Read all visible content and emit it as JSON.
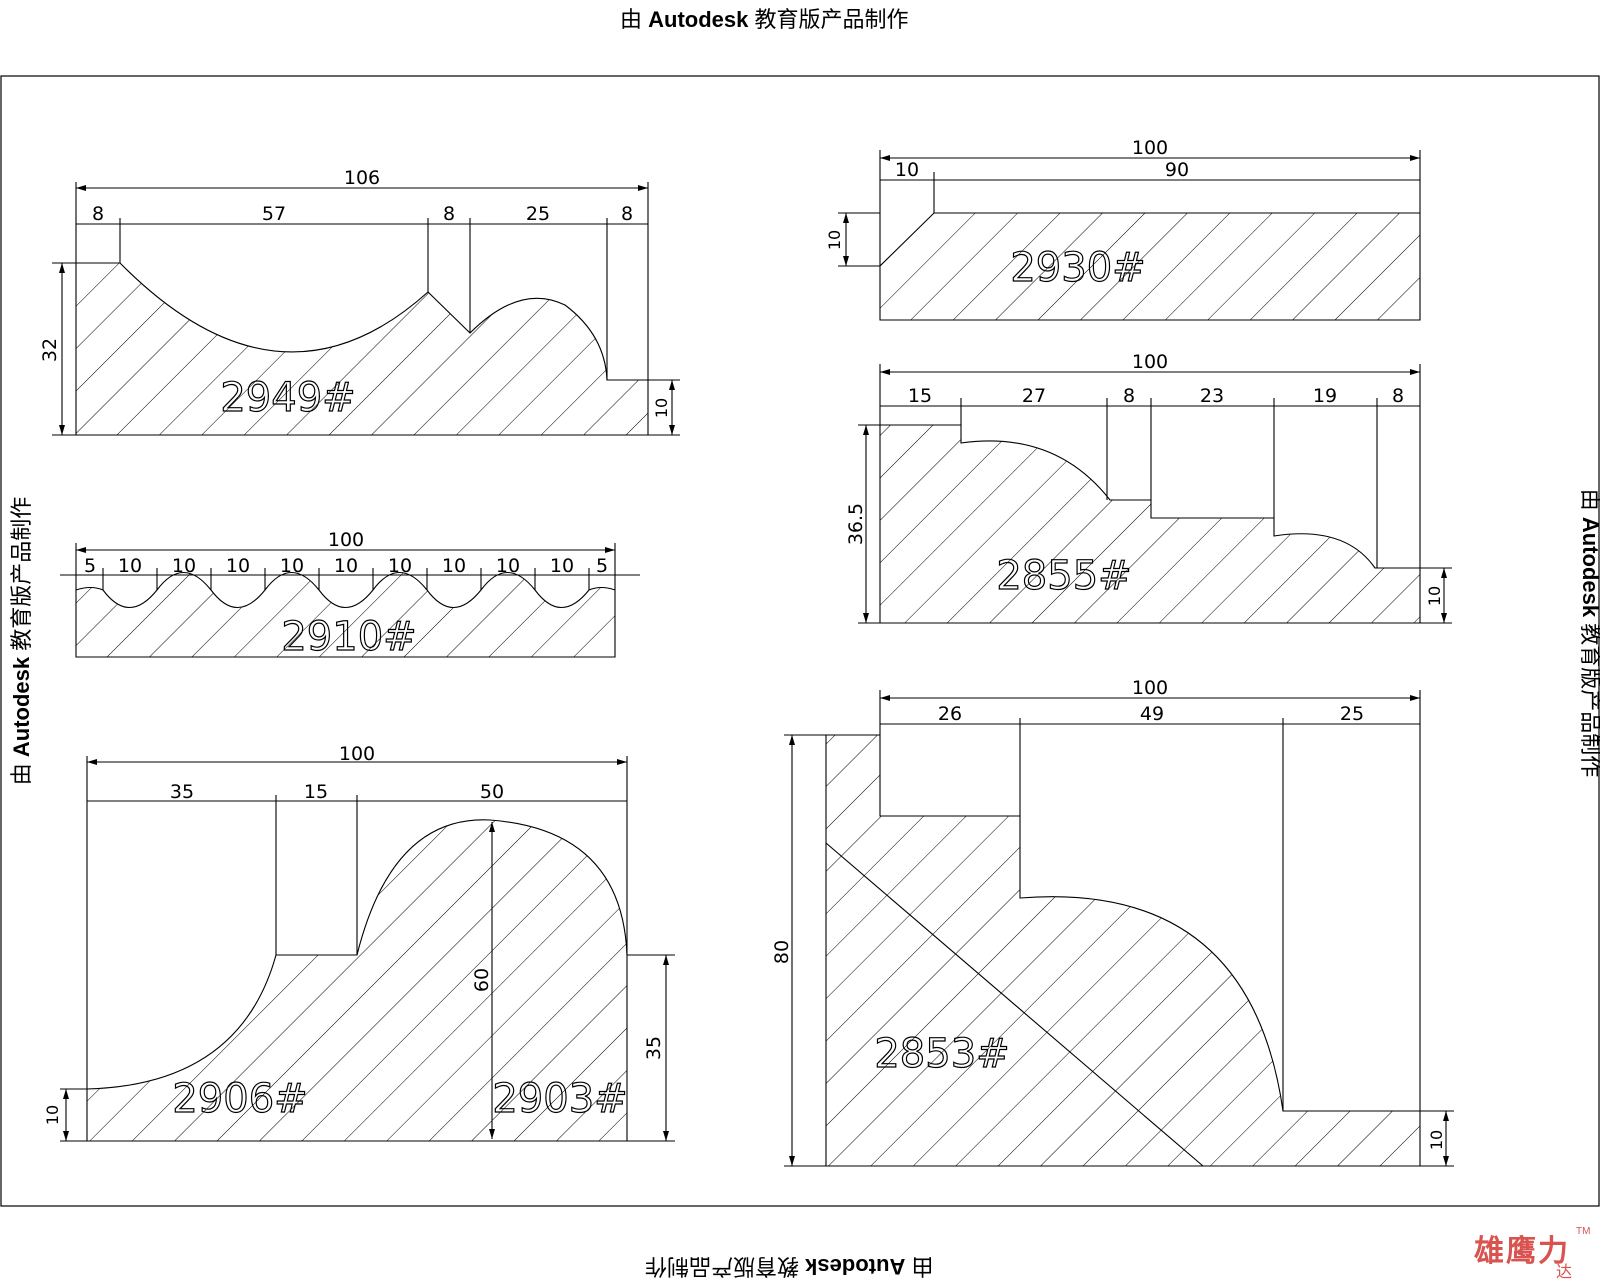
{
  "watermark": {
    "prefix": "由 ",
    "brand": "Autodesk",
    "suffix": " 教育版产品制作"
  },
  "logo": {
    "main": "雄鹰力",
    "sub": "达",
    "tm": "TM"
  },
  "profiles": {
    "p2949": {
      "label": "2949#",
      "overall": "106",
      "segments": [
        "8",
        "57",
        "8",
        "25",
        "8"
      ],
      "height": "32",
      "step": "10"
    },
    "p2910": {
      "label": "2910#",
      "overall": "100",
      "segments": [
        "5",
        "10",
        "10",
        "10",
        "10",
        "10",
        "10",
        "10",
        "10",
        "10",
        "5"
      ]
    },
    "p2906": {
      "label": "2906#",
      "label2": "2903#",
      "overall": "100",
      "segments": [
        "35",
        "15",
        "50"
      ],
      "height": "60",
      "right": "35",
      "left": "10"
    },
    "p2930": {
      "label": "2930#",
      "overall": "100",
      "segments": [
        "10",
        "90"
      ],
      "height": "10"
    },
    "p2855": {
      "label": "2855#",
      "overall": "100",
      "segments": [
        "15",
        "27",
        "8",
        "23",
        "19",
        "8"
      ],
      "height": "36.5",
      "step": "10"
    },
    "p2853": {
      "label": "2853#",
      "overall": "100",
      "segments": [
        "26",
        "49",
        "25"
      ],
      "height": "80",
      "step": "10"
    }
  }
}
